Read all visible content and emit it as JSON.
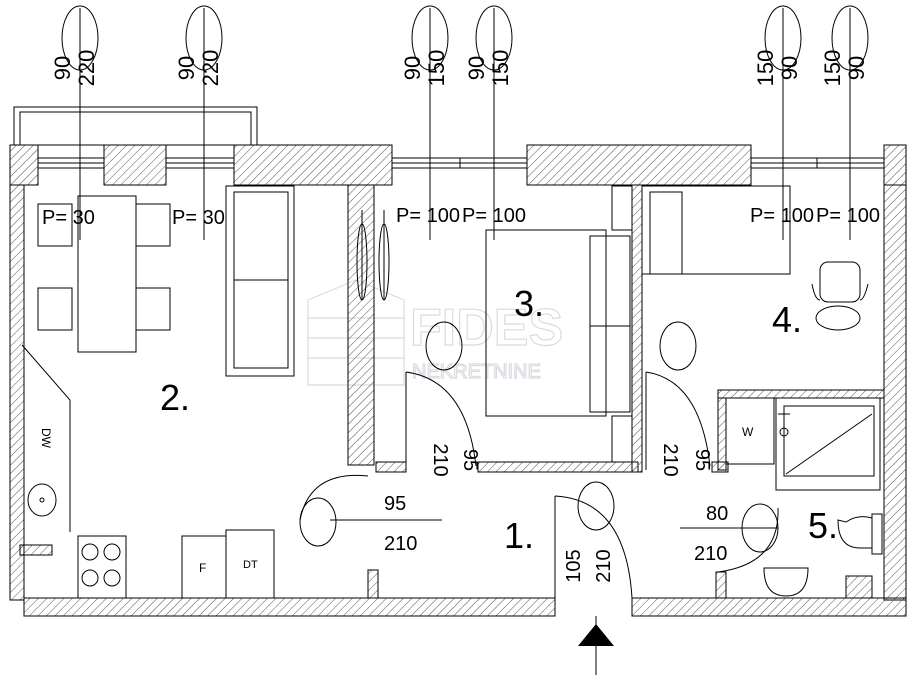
{
  "colors": {
    "line": "#000000",
    "hatch": "#555555",
    "watermark": "#d8dce0"
  },
  "watermark": {
    "brand": "FIDES",
    "sub": "NEKRETNINE"
  },
  "rooms": [
    "1.",
    "2.",
    "3.",
    "4.",
    "5."
  ],
  "windows": [
    {
      "w": "90",
      "h": "220",
      "p": "P= 30"
    },
    {
      "w": "90",
      "h": "220",
      "p": "P= 30"
    },
    {
      "w": "90",
      "h": "150",
      "p": "P= 100"
    },
    {
      "w": "90",
      "h": "150",
      "p": "P= 100"
    },
    {
      "w": "150",
      "h": "90",
      "p": "P= 100"
    },
    {
      "w": "150",
      "h": "90",
      "p": "P= 100"
    }
  ],
  "doors": [
    {
      "w": "95",
      "h": "210"
    },
    {
      "w": "95",
      "h": "210"
    },
    {
      "w": "95",
      "h": "210"
    },
    {
      "w": "105",
      "h": "210"
    },
    {
      "w": "80",
      "h": "210"
    }
  ],
  "appliances": {
    "dishwasher": "DW",
    "fridge": "F",
    "dryer": "DT",
    "washer": "W"
  }
}
